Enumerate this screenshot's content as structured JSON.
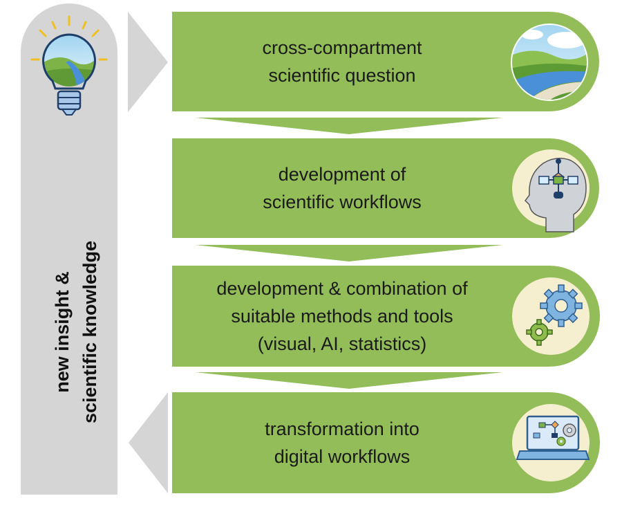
{
  "sidebar": {
    "line1": "new insight &",
    "line2": "scientific knowledge"
  },
  "steps": [
    {
      "line1": "cross-compartment",
      "line2": "scientific question",
      "icon": "landscape-river-icon"
    },
    {
      "line1": "development of",
      "line2": "scientific workflows",
      "icon": "head-flowchart-icon"
    },
    {
      "line1": "development & combination of",
      "line2": "suitable methods and tools",
      "line3": "(visual, AI, statistics)",
      "icon": "gears-icon"
    },
    {
      "line1": "transformation into",
      "line2": "digital workflows",
      "icon": "laptop-workflow-icon"
    }
  ],
  "colors": {
    "step_green": "#92bd59",
    "icon_background": "#f6efcf",
    "sidebar_gray": "#d5d5d5",
    "icon_blue": "#7fb3e0",
    "icon_outline": "#1f3f6b"
  }
}
